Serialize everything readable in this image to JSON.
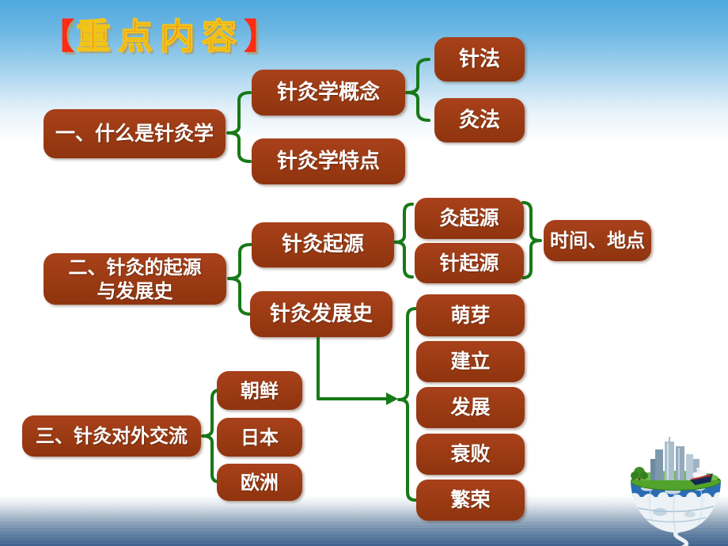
{
  "title": {
    "bracket_left": "【",
    "text": "重点内容",
    "bracket_right": "】"
  },
  "colors": {
    "title_red": "#E8392A",
    "title_outline_gold": "#F2C318",
    "bracket_red": "#FF2B12",
    "node_fill": "#9A3A13",
    "node_text": "#FFFFFF",
    "connector_green": "#177917",
    "sky_blue_top": "#4FA9DD",
    "sea_dark_blue": "#3F628E"
  },
  "decorations": {
    "globe_illustration": "half-globe with city skyline, tree and cruise ship on sea"
  },
  "diagram": {
    "sections": [
      {
        "label": "一、什么是针灸学",
        "children": [
          {
            "label": "针灸学概念",
            "children": [
              {
                "label": "针法"
              },
              {
                "label": "灸法"
              }
            ]
          },
          {
            "label": "针灸学特点"
          }
        ]
      },
      {
        "label_lines": [
          "二、针灸的起源",
          "与发展史"
        ],
        "children": [
          {
            "label": "针灸起源",
            "children": [
              {
                "label": "灸起源"
              },
              {
                "label": "针起源"
              }
            ],
            "result": {
              "label": "时间、地点"
            }
          },
          {
            "label": "针灸发展史",
            "children": [
              {
                "label": "萌芽"
              },
              {
                "label": "建立"
              },
              {
                "label": "发展"
              },
              {
                "label": "衰败"
              },
              {
                "label": "繁荣"
              }
            ]
          }
        ]
      },
      {
        "label": "三、针灸对外交流",
        "children": [
          {
            "label": "朝鲜"
          },
          {
            "label": "日本"
          },
          {
            "label": "欧洲"
          }
        ]
      }
    ]
  }
}
